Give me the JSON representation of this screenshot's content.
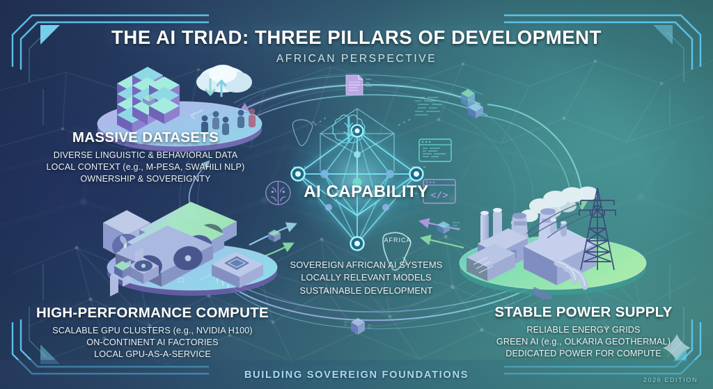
{
  "header": {
    "title": "THE AI TRIAD: THREE PILLARS OF DEVELOPMENT",
    "subtitle": "AFRICAN PERSPECTIVE"
  },
  "pillars": [
    {
      "id": "massive-datasets",
      "heading": "MASSIVE DATASETS",
      "lines": [
        "DIVERSE LINGUISTIC & BEHAVIORAL DATA",
        "LOCAL CONTEXT (e.g., M-PESA, SWAHILI NLP)",
        "OWNERSHIP & SOVEREIGNTY"
      ],
      "icon": "server-stack-cloud-people-icon",
      "disc_color": "#8f86d8",
      "disc_top_color": "#b7aee8"
    },
    {
      "id": "high-performance-compute",
      "heading": "HIGH-PERFORMANCE COMPUTE",
      "lines": [
        "SCALABLE GPU CLUSTERS (e.g., NVIDIA H100)",
        "ON-CONTINENT AI FACTORIES",
        "LOCAL GPU-AS-A-SERVICE"
      ],
      "icon": "gpu-cards-icon",
      "disc_color": "#8a7fd0",
      "disc_top_color": "#9fd8ea"
    },
    {
      "id": "stable-power-supply",
      "heading": "STABLE POWER SUPPLY",
      "lines": [
        "RELIABLE ENERGY GRIDS",
        "GREEN AI (e.g., OLKARIA GEOTHERMAL)",
        "DEDICATED POWER FOR COMPUTE"
      ],
      "icon": "power-plant-pylon-icon",
      "disc_color": "#55c0b4",
      "disc_top_color": "#93e3a8"
    }
  ],
  "hub": {
    "label": "AI CAPABILITY",
    "icon": "neural-network-node-icon",
    "outcomes": [
      "SOVEREIGN AFRICAN AI SYSTEMS",
      "LOCALLY RELEVANT MODELS",
      "SUSTAINABLE DEVELOPMENT"
    ],
    "floating_icons": [
      "brain-outline-icon",
      "africa-map-icon",
      "code-window-icon",
      "code-brackets-icon",
      "document-icon",
      "database-icon"
    ],
    "africa_label": "AFRICA"
  },
  "footer": {
    "tagline": "BUILDING SOVEREIGN FOUNDATIONS",
    "edition": "2026 EDITION"
  },
  "theme": {
    "accent_cyan": "#6fe3f5",
    "accent_purple": "#a98fe0",
    "accent_green": "#86dfa0",
    "title_color": "#ffffff",
    "bg_navy": "#2b3a64",
    "bg_teal": "#4b9590"
  }
}
